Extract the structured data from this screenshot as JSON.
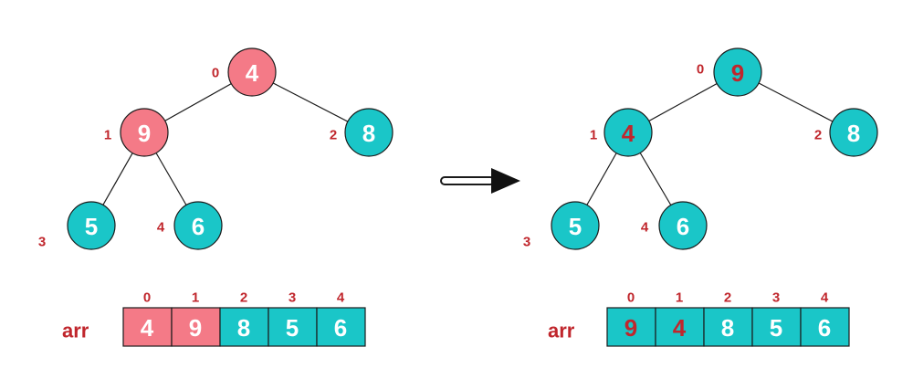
{
  "colors": {
    "pink": "#f47a87",
    "teal": "#1ac6c8",
    "index_red": "#c0262c",
    "value_white": "#ffffff",
    "value_red": "#c0262c",
    "stroke": "#1a1a1a"
  },
  "arrow_icon": "long-right-arrow-icon",
  "before": {
    "tree": {
      "nodes": [
        {
          "index": "0",
          "value": "4",
          "highlight": true,
          "value_color": "white"
        },
        {
          "index": "1",
          "value": "9",
          "highlight": true,
          "value_color": "white"
        },
        {
          "index": "2",
          "value": "8",
          "highlight": false,
          "value_color": "white"
        },
        {
          "index": "3",
          "value": "5",
          "highlight": false,
          "value_color": "white"
        },
        {
          "index": "4",
          "value": "6",
          "highlight": false,
          "value_color": "white"
        }
      ]
    },
    "array": {
      "label": "arr",
      "indices": [
        "0",
        "1",
        "2",
        "3",
        "4"
      ],
      "values": [
        "4",
        "9",
        "8",
        "5",
        "6"
      ],
      "highlight": [
        true,
        true,
        false,
        false,
        false
      ],
      "value_colors": [
        "white",
        "white",
        "white",
        "white",
        "white"
      ]
    }
  },
  "after": {
    "tree": {
      "nodes": [
        {
          "index": "0",
          "value": "9",
          "highlight": false,
          "value_color": "red"
        },
        {
          "index": "1",
          "value": "4",
          "highlight": false,
          "value_color": "red"
        },
        {
          "index": "2",
          "value": "8",
          "highlight": false,
          "value_color": "white"
        },
        {
          "index": "3",
          "value": "5",
          "highlight": false,
          "value_color": "white"
        },
        {
          "index": "4",
          "value": "6",
          "highlight": false,
          "value_color": "white"
        }
      ]
    },
    "array": {
      "label": "arr",
      "indices": [
        "0",
        "1",
        "2",
        "3",
        "4"
      ],
      "values": [
        "9",
        "4",
        "8",
        "5",
        "6"
      ],
      "highlight": [
        false,
        false,
        false,
        false,
        false
      ],
      "value_colors": [
        "red",
        "red",
        "white",
        "white",
        "white"
      ]
    }
  }
}
